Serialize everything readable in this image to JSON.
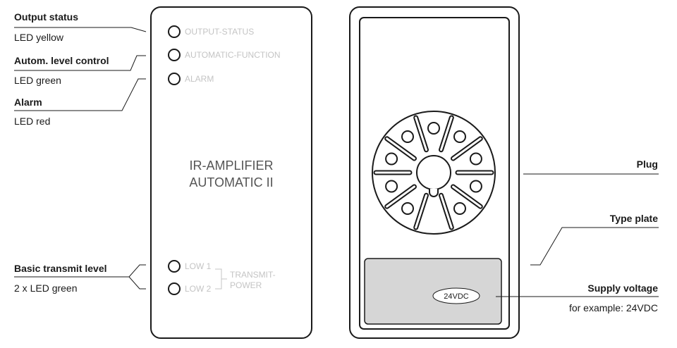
{
  "left_labels": {
    "output_status": {
      "title": "Output status",
      "sub": "LED yellow"
    },
    "autom_level": {
      "title": "Autom. level control",
      "sub": "LED green"
    },
    "alarm": {
      "title": "Alarm",
      "sub": "LED red"
    },
    "basic_transmit": {
      "title": "Basic transmit level",
      "sub": "2 x LED green"
    }
  },
  "front_panel": {
    "leds": {
      "output_status": "OUTPUT-STATUS",
      "automatic_function": "AUTOMATIC-FUNCTION",
      "alarm": "ALARM",
      "low1": "LOW 1",
      "low2": "LOW 2"
    },
    "transmit_power_line1": "TRANSMIT-",
    "transmit_power_line2": "POWER",
    "title_line1": "IR-AMPLIFIER",
    "title_line2": "AUTOMATIC II"
  },
  "right_labels": {
    "plug": "Plug",
    "type_plate": "Type plate",
    "supply_voltage": {
      "title": "Supply voltage",
      "sub": "for example: 24VDC"
    }
  },
  "type_plate_badge": "24VDC",
  "colors": {
    "plate_fill": "#d6d6d6",
    "line": "#1a1a1a",
    "faint_text": "#c4c4c4"
  }
}
